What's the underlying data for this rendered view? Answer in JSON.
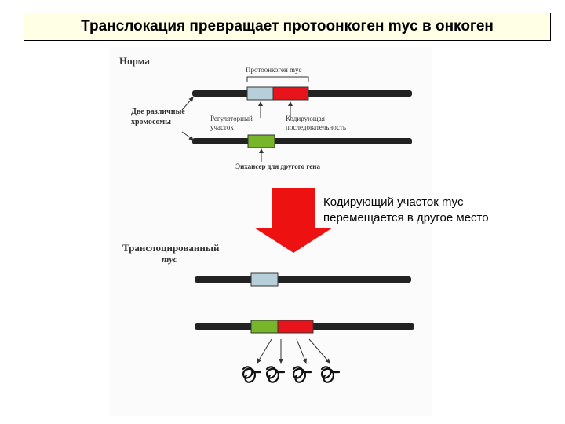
{
  "title": "Транслокация превращает протоонкоген myc в онкоген",
  "labels": {
    "norma": "Норма",
    "protooncogene": "Протоонкоген myc",
    "two_chromosomes_line1": "Две различные",
    "two_chromosomes_line2": "хромосомы",
    "regulatory_line1": "Регуляторный",
    "regulatory_line2": "участок",
    "coding_line1": "Кодирующая",
    "coding_line2": "последовательность",
    "enhancer": "Энхансер для другого гена",
    "translocated_line1": "Транслоцированный",
    "translocated_line2": "myc"
  },
  "caption": {
    "line1": "Кодирующий участок myc",
    "line2": "перемещается в другое место"
  },
  "colors": {
    "chromosome": "#222222",
    "regulatory": "#b7cfd9",
    "coding": "#e8141b",
    "enhancer": "#77b52a",
    "arrow": "#ee1111",
    "title_bg": "#ffffe6"
  }
}
